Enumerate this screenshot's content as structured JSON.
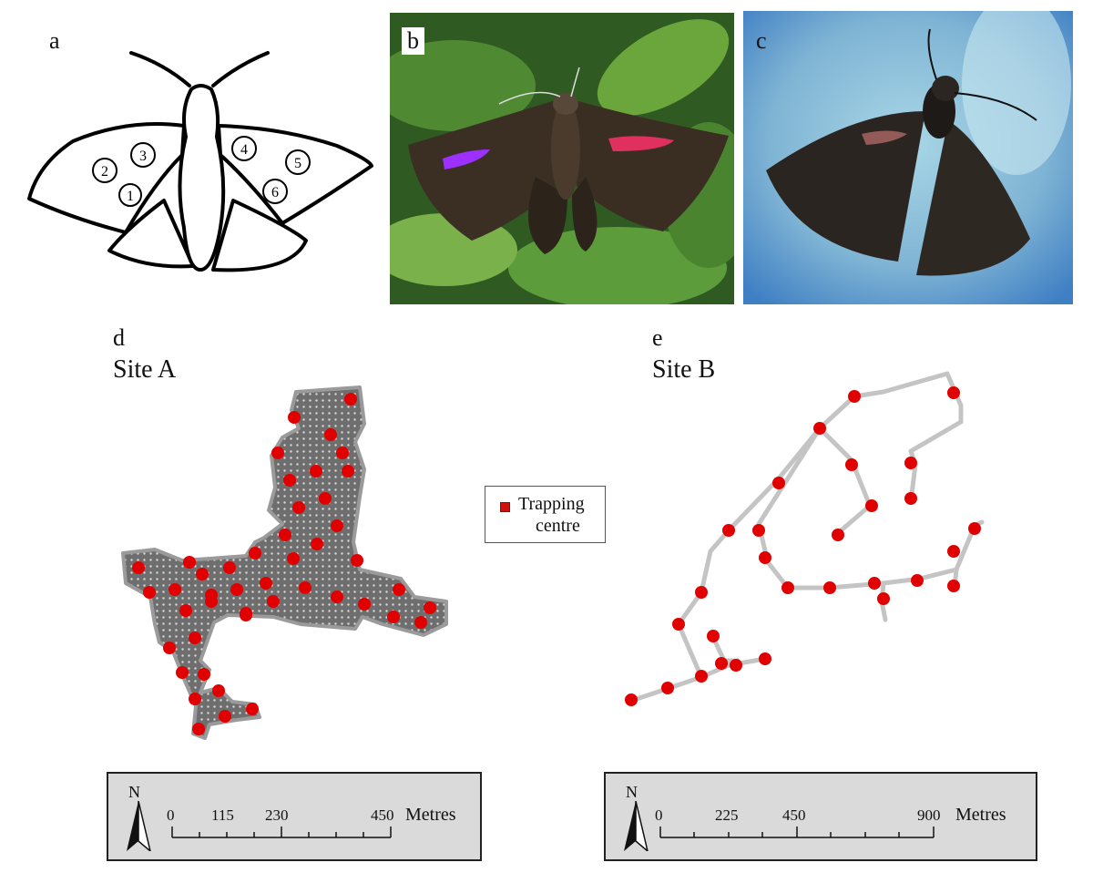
{
  "panels": {
    "a": {
      "letter": "a",
      "spot_numbers": [
        "1",
        "2",
        "3",
        "4",
        "5",
        "6"
      ]
    },
    "b": {
      "letter": "b"
    },
    "c": {
      "letter": "c"
    },
    "d": {
      "letter": "d",
      "title": "Site A"
    },
    "e": {
      "letter": "e",
      "title": "Site B"
    }
  },
  "legend": {
    "line1": "Trapping",
    "line2": "centre",
    "marker_color": "#cc1111"
  },
  "scalebar_a": {
    "north": "N",
    "ticks": [
      "0",
      "115",
      "230",
      "450"
    ],
    "unit": "Metres"
  },
  "scalebar_b": {
    "north": "N",
    "ticks": [
      "0",
      "225",
      "450",
      "900"
    ],
    "unit": "Metres"
  },
  "colors": {
    "trap": "#e00000",
    "site_a_fill": "#6e6e6e",
    "site_b_track": "#c4c4c4",
    "violet_mark": "#9b30ff",
    "pink_mark": "#e03060"
  }
}
